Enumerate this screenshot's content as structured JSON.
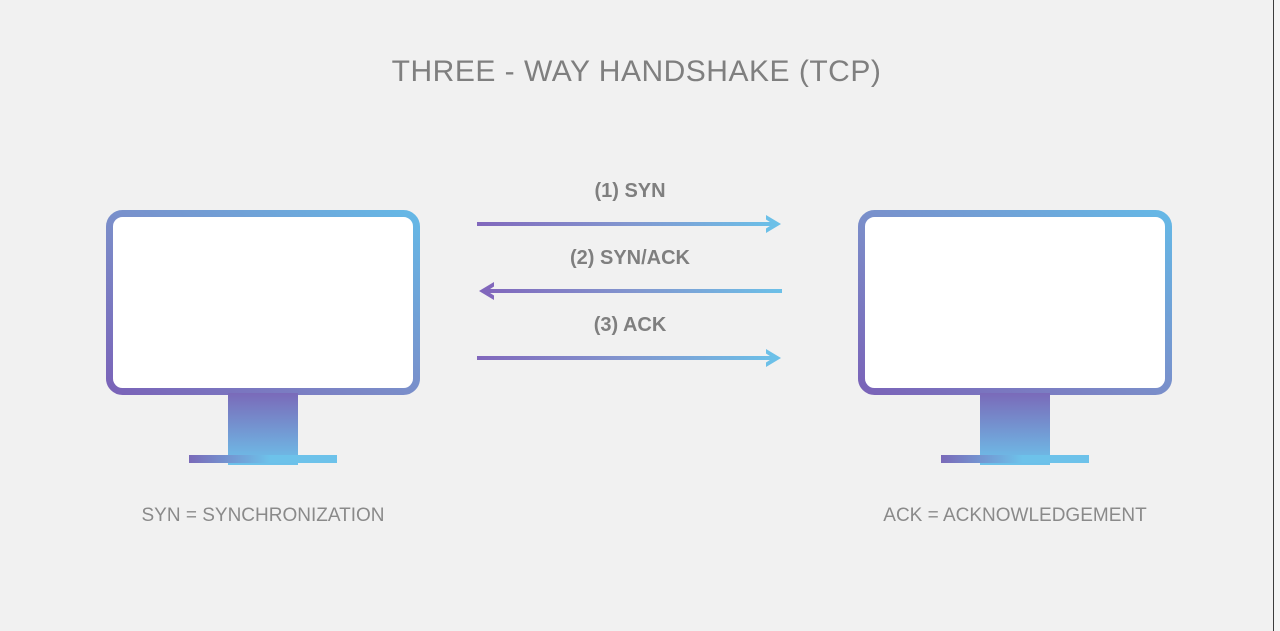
{
  "page": {
    "title": "THREE - WAY HANDSHAKE (TCP)",
    "background_color": "#f1f1f1",
    "title_color": "#7f7f7f"
  },
  "theme": {
    "gradient_start": "#7a63b8",
    "gradient_mid": "#7b8bc8",
    "gradient_end": "#6cc0e8",
    "text_gray": "#7f7f7f",
    "caption_gray": "#8a8a8a",
    "screen_fill": "#ffffff"
  },
  "nodes": [
    {
      "id": "client",
      "icon": "monitor-icon",
      "caption": "SYN = SYNCHRONIZATION"
    },
    {
      "id": "server",
      "icon": "monitor-icon",
      "caption": "ACK = ACKNOWLEDGEMENT"
    }
  ],
  "messages": [
    {
      "step": "1",
      "label": "(1) SYN",
      "direction": "right",
      "icon": "arrow-right-icon"
    },
    {
      "step": "2",
      "label": "(2) SYN/ACK",
      "direction": "left",
      "icon": "arrow-left-icon"
    },
    {
      "step": "3",
      "label": "(3) ACK",
      "direction": "right",
      "icon": "arrow-right-icon"
    }
  ]
}
